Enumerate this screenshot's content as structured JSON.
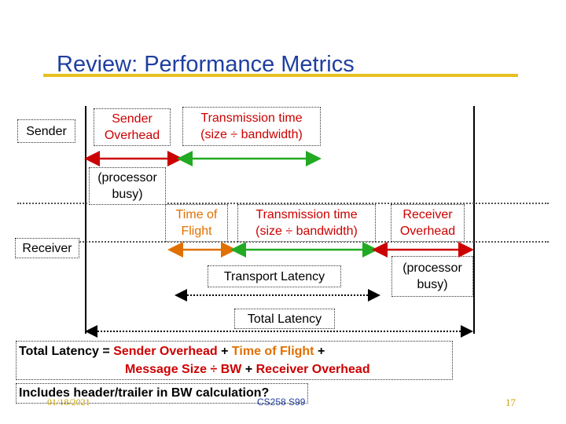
{
  "slide": {
    "title": "Review: Performance Metrics",
    "colors": {
      "title": "#1f3fa0",
      "accent_rule": "#e8c020",
      "red": "#cc0000",
      "orange": "#e07000",
      "green": "#22aa22"
    }
  },
  "diagram": {
    "sender_label": "Sender",
    "receiver_label": "Receiver",
    "sender_overhead": [
      "Sender",
      "Overhead"
    ],
    "transmission_time_top": [
      "Transmission time",
      "(size ÷ bandwidth)"
    ],
    "processor_busy_left": [
      "(processor",
      "busy)"
    ],
    "time_of_flight": [
      "Time of",
      "Flight"
    ],
    "transmission_time_bottom": [
      "Transmission time",
      "(size ÷ bandwidth)"
    ],
    "receiver_overhead": [
      "Receiver",
      "Overhead"
    ],
    "transport_latency": "Transport Latency",
    "processor_busy_right": [
      "(processor",
      "busy)"
    ],
    "total_latency": "Total Latency"
  },
  "formula": {
    "line1": {
      "a": "Total Latency = ",
      "b": "Sender Overhead",
      "c": " + ",
      "d": "Time of Flight",
      "e": " +"
    },
    "line2": {
      "a": "Message Size ÷ BW",
      "b": " + ",
      "c": "Receiver Overhead"
    },
    "note": "Includes header/trailer in BW calculation?"
  },
  "footer": {
    "date": "01/18/2021",
    "course": "CS258 S99",
    "page": "17"
  }
}
